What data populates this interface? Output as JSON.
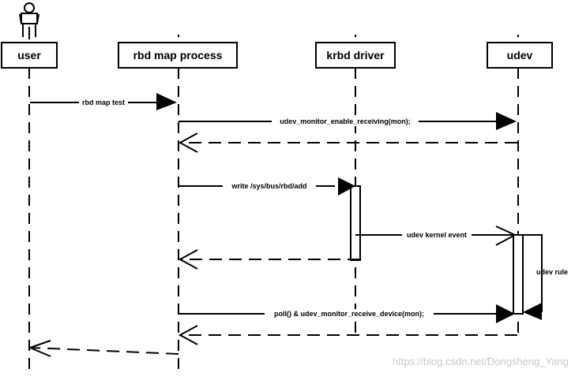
{
  "participants": {
    "user": "user",
    "rbd_map_process": "rbd map process",
    "krbd_driver": "krbd driver",
    "udev": "udev"
  },
  "messages": {
    "m1": "rbd map test",
    "m2": "udev_monitor_enable_receiving(mon);",
    "m3": "write /sys/bus/rbd/add",
    "m4": "udev kernel event",
    "m5": "udev rule",
    "m6": "poll() & udev_monitor_receive_device(mon);"
  },
  "watermark": "https://blog.csdn.net/Dongsheng_Yang"
}
